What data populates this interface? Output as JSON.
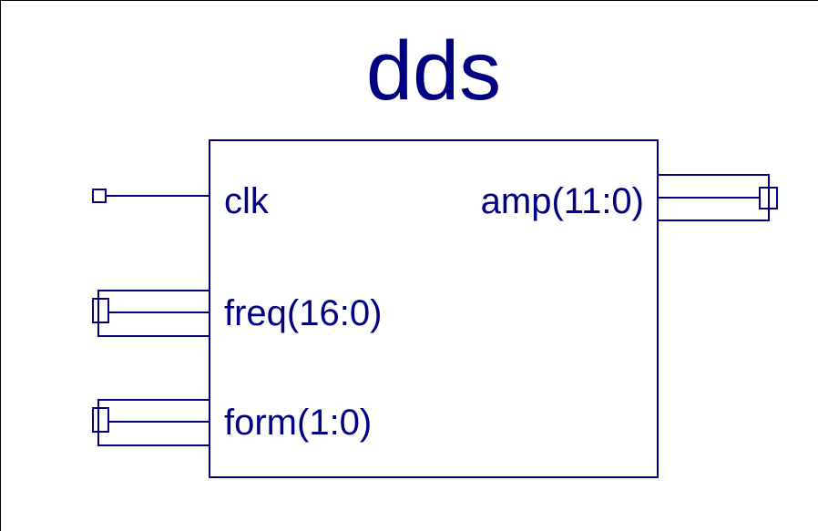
{
  "diagram": {
    "title": "dds",
    "type": "hdl-block-symbol",
    "colors": {
      "symbol_stroke": "#000080",
      "text": "#000080",
      "background": "#ffffff",
      "border": "#000000"
    },
    "block": {
      "name": "dds-block-body"
    },
    "ports": [
      {
        "label": "clk",
        "direction": "input",
        "kind": "scalar",
        "side": "left",
        "name": "port-clk"
      },
      {
        "label": "freq(16:0)",
        "direction": "input",
        "kind": "bus",
        "width": "16:0",
        "side": "left",
        "name": "port-freq"
      },
      {
        "label": "form(1:0)",
        "direction": "input",
        "kind": "bus",
        "width": "1:0",
        "side": "left",
        "name": "port-form"
      },
      {
        "label": "amp(11:0)",
        "direction": "output",
        "kind": "bus",
        "width": "11:0",
        "side": "right",
        "name": "port-amp"
      }
    ]
  }
}
